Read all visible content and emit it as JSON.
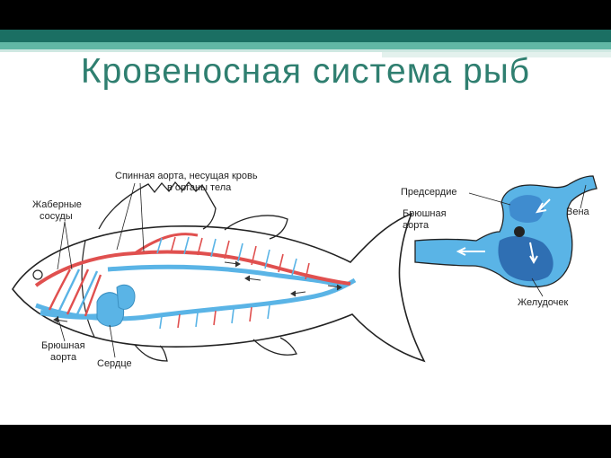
{
  "slide": {
    "title": "Кровеносная система рыб"
  },
  "fish": {
    "label_dorsal_aorta_line1": "Спинная аорта, несущая кровь",
    "label_dorsal_aorta_line2": "в органы тела",
    "label_gill_vessels_line1": "Жаберные",
    "label_gill_vessels_line2": "сосуды",
    "label_ventral_aorta_line1": "Брюшная",
    "label_ventral_aorta_line2": "аорта",
    "label_heart": "Сердце"
  },
  "heart": {
    "label_atrium": "Предсердие",
    "label_ventral_aorta_line1": "Брюшная",
    "label_ventral_aorta_line2": "аорта",
    "label_vein": "Вена",
    "label_ventricle": "Желудочек"
  },
  "colors": {
    "title": "#2f7f70",
    "band_dark": "#1b6f63",
    "band_light": "#62b7a5",
    "venous_blue": "#5ab4e6",
    "arterial_red": "#e0504f"
  }
}
